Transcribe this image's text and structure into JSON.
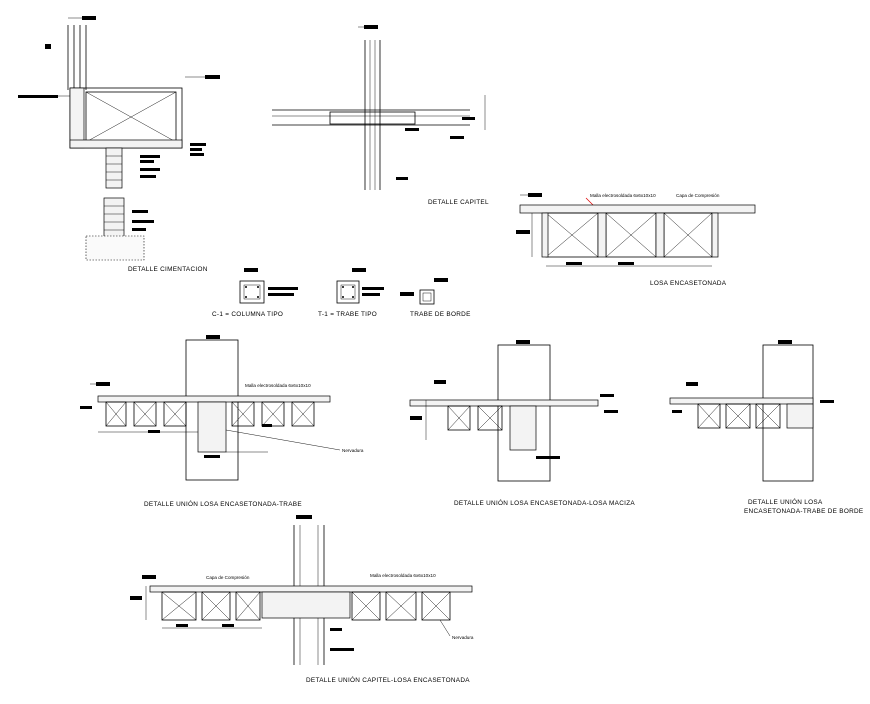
{
  "drawing": {
    "details": [
      {
        "id": "cimentacion",
        "title": "DETALLE CIMENTACION"
      },
      {
        "id": "capitel",
        "title": "DETALLE CAPITEL"
      },
      {
        "id": "losa",
        "title": "LOSA ENCASETONADA"
      },
      {
        "id": "c1",
        "title": "C-1 = COLUMNA TIPO"
      },
      {
        "id": "t1",
        "title": "T-1 = TRABE TIPO"
      },
      {
        "id": "borde",
        "title": "TRABE DE BORDE"
      },
      {
        "id": "union_trabe",
        "title": "DETALLE UNIÓN LOSA ENCASETONADA-TRABE"
      },
      {
        "id": "union_maciza",
        "title": "DETALLE UNIÓN LOSA ENCASETONADA-LOSA MACIZA"
      },
      {
        "id": "union_borde_1",
        "title": "DETALLE UNIÓN LOSA"
      },
      {
        "id": "union_borde_2",
        "title": "ENCASETONADA-TRABE DE BORDE"
      },
      {
        "id": "union_capitel",
        "title": "DETALLE UNIÓN CAPITEL-LOSA ENCASETONADA"
      }
    ],
    "notes": {
      "malla_1": "Malla electrosoldada 6x6x10x10",
      "capa_1": "Capa de Compresión",
      "malla_2": "Malla electrosoldada 6x6x10x10",
      "nervadura_1": "Nervadura",
      "capa_2": "Capa de Compresión",
      "malla_3": "Malla electrosoldada 6x6x10x10",
      "nervadura_2": "Nervadura"
    }
  }
}
